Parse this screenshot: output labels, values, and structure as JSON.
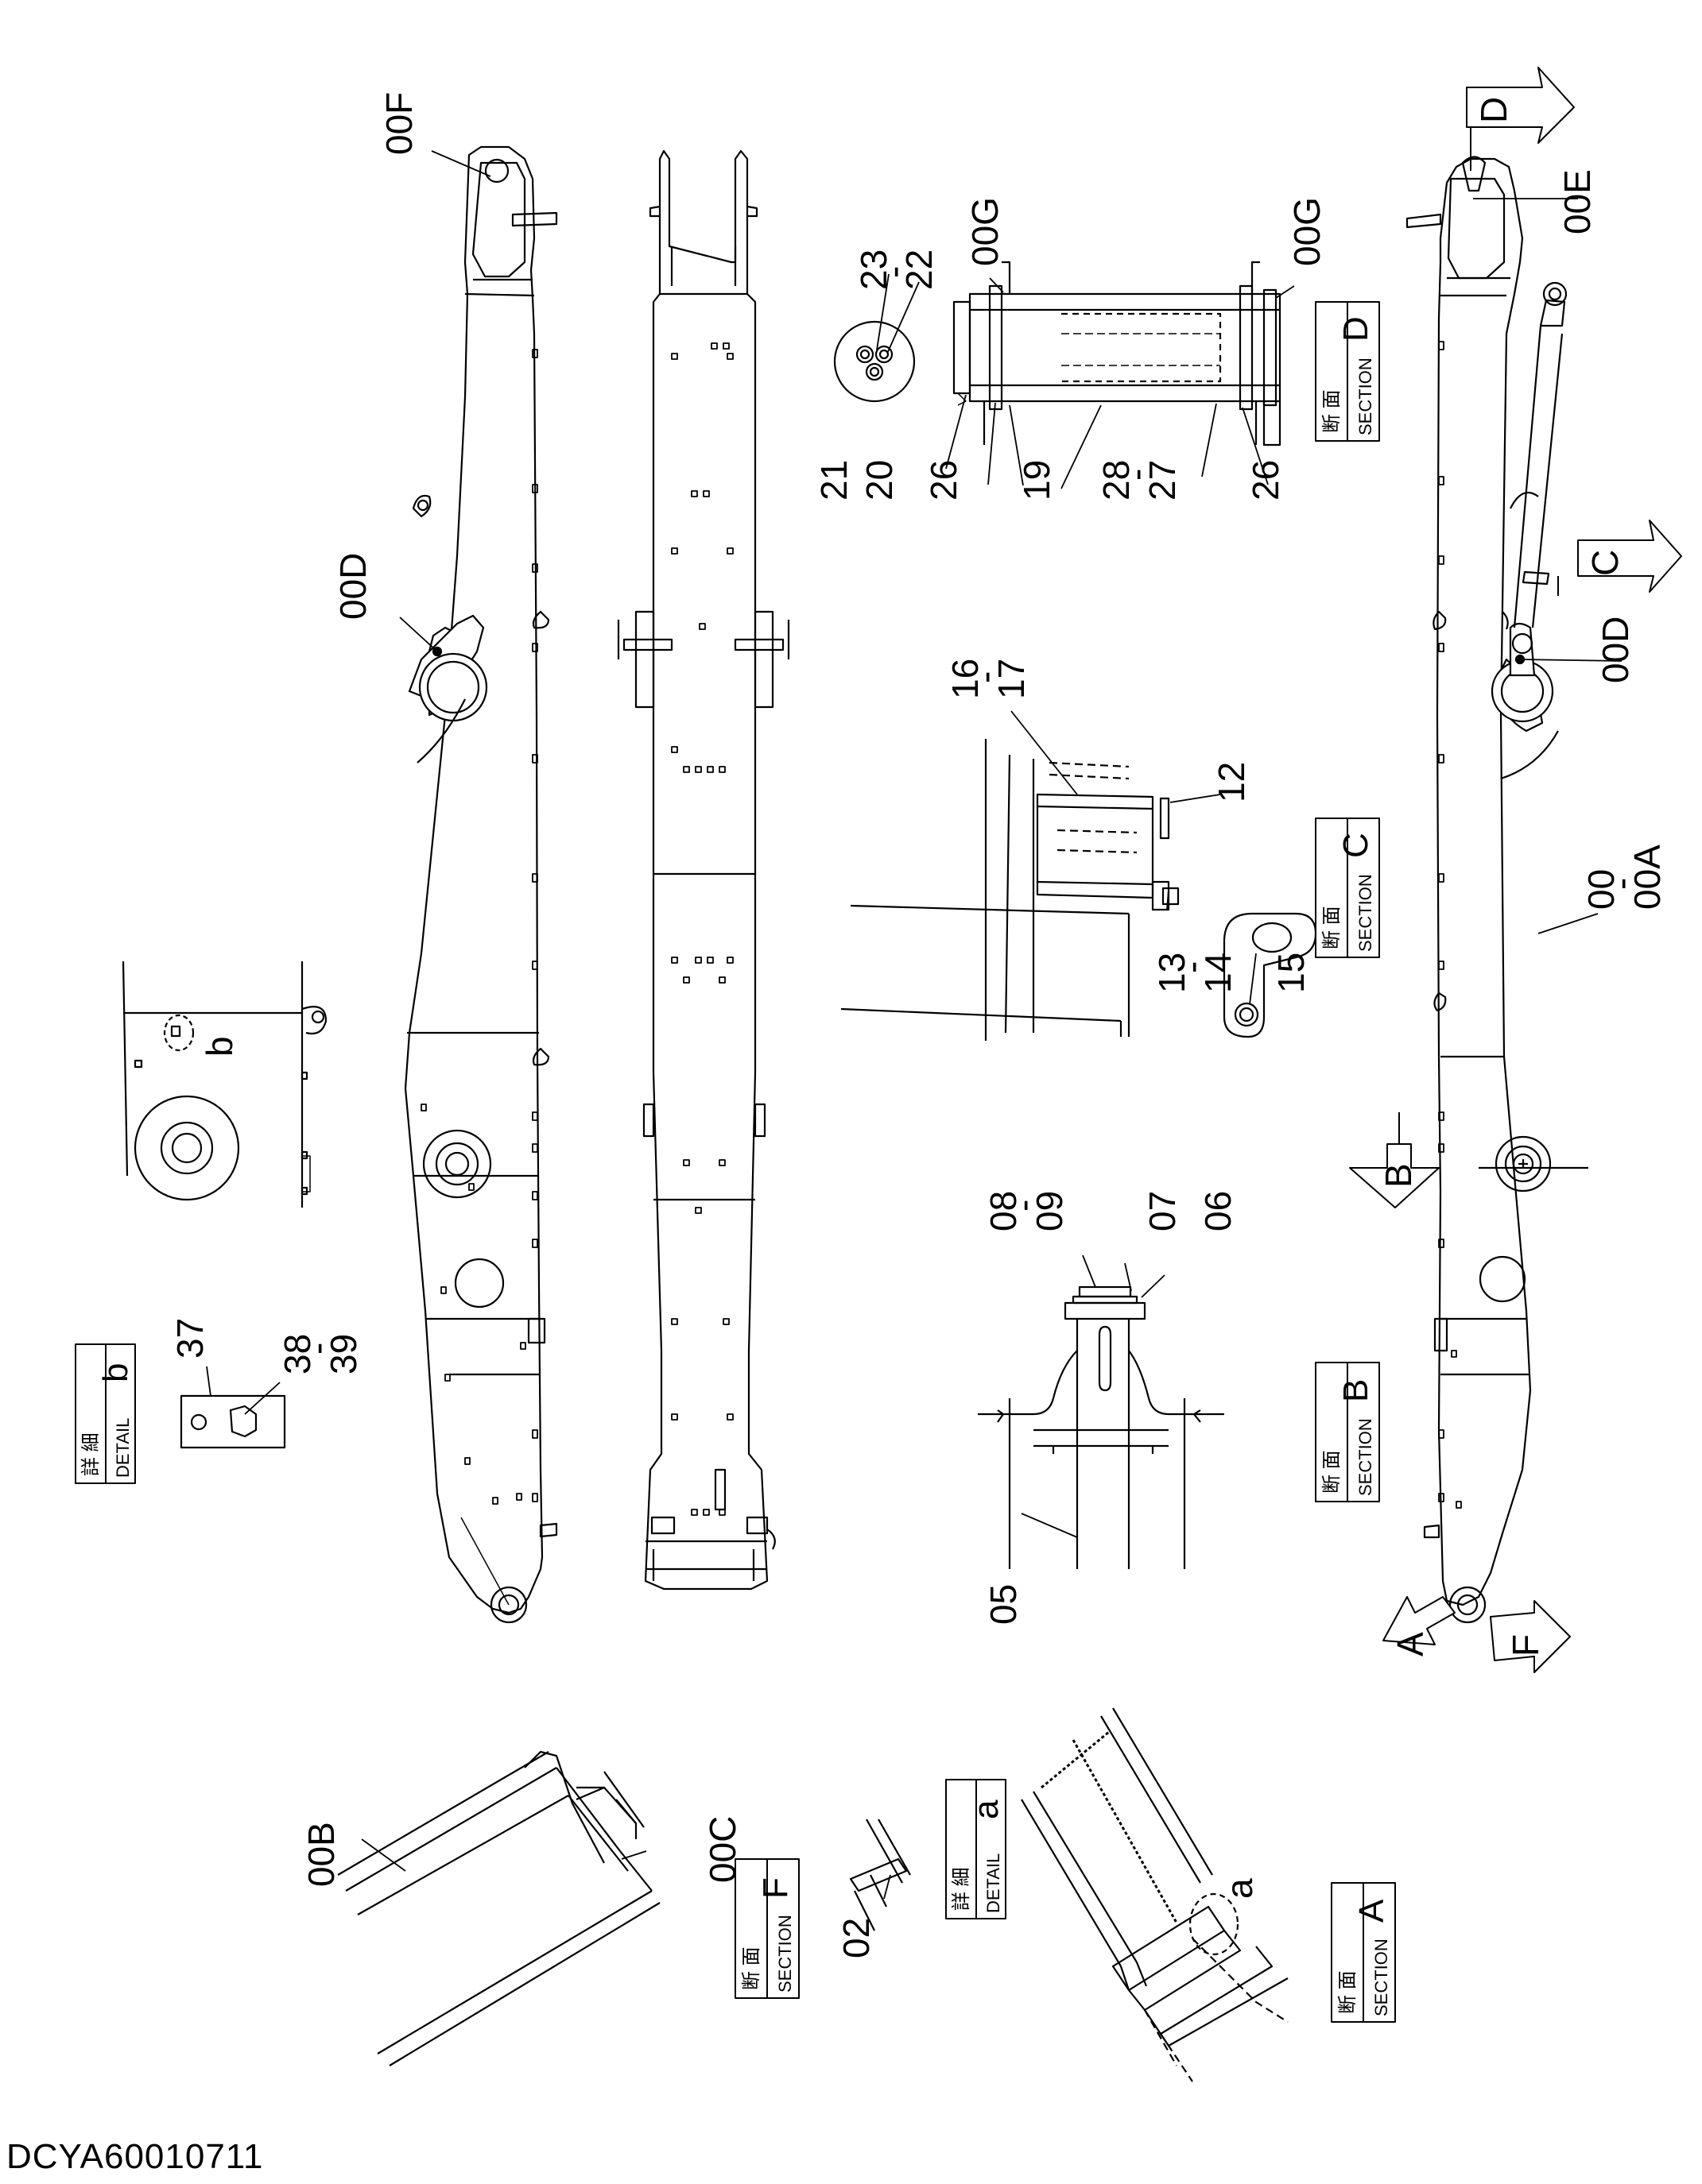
{
  "drawing_code": "DCYA60010711",
  "part_labels": {
    "l00F": "00F",
    "l00D_left": "00D",
    "l00G_a": "00G",
    "l00G_b": "00G",
    "l23": "23",
    "l22": "22",
    "l21": "21",
    "l20": "20",
    "l26_a": "26",
    "l19": "19",
    "l28": "28",
    "l27": "27",
    "l26_b": "26",
    "l00E": "00E",
    "l00D_right": "00D",
    "l00": "00",
    "l00A": "00A",
    "l16": "16",
    "l17": "17",
    "l12": "12",
    "l13": "13",
    "l14": "14",
    "l15": "15",
    "l08": "08",
    "l09": "09",
    "l07": "07",
    "l06": "06",
    "l05": "05",
    "l37": "37",
    "l38": "38",
    "l39": "39",
    "lb": "b",
    "l00B": "00B",
    "l00C": "00C",
    "l02": "02",
    "la": "a",
    "dash": "-"
  },
  "view_arrows": {
    "A": "A",
    "B": "B",
    "C": "C",
    "D": "D",
    "F": "F"
  },
  "view_boxes": {
    "section_D": {
      "jp": "断 面",
      "en": "SECTION",
      "letter": "D"
    },
    "section_C": {
      "jp": "断 面",
      "en": "SECTION",
      "letter": "C"
    },
    "section_B": {
      "jp": "断 面",
      "en": "SECTION",
      "letter": "B"
    },
    "section_A": {
      "jp": "断 面",
      "en": "SECTION",
      "letter": "A"
    },
    "section_F": {
      "jp": "断 面",
      "en": "SECTION",
      "letter": "F"
    },
    "detail_b": {
      "jp": "詳 細",
      "en": "DETAIL",
      "letter": "b"
    },
    "detail_a": {
      "jp": "詳 細",
      "en": "DETAIL",
      "letter": "a"
    }
  }
}
